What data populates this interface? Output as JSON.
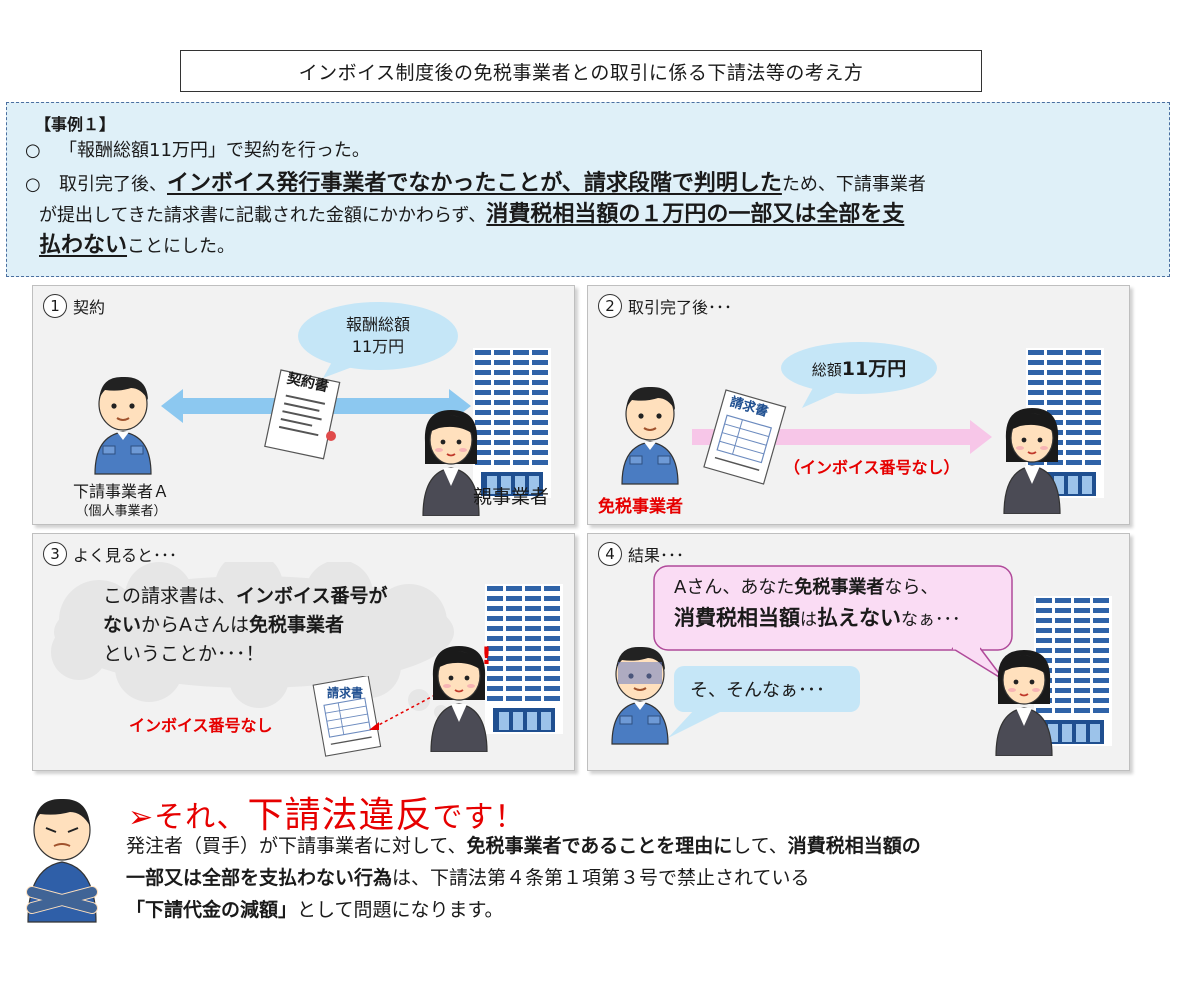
{
  "title": "インボイス制度後の免税事業者との取引に係る下請法等の考え方",
  "case": {
    "heading": "【事例１】",
    "bullet": "○",
    "line1": "「報酬総額11万円」で契約を行った。",
    "line2_a": "取引完了後、",
    "line2_b": "インボイス発行事業者でなかったことが、請求段階で判明した",
    "line2_c": "ため、下請事業者",
    "line3_a": "が提出してきた請求書に記載された金額にかかわらず、",
    "line3_b": "消費税相当額の１万円の一部又は全部を支",
    "line4_a": "払わない",
    "line4_b": "ことにした。"
  },
  "panels": [
    {
      "num": "1",
      "title": "契約",
      "bubble_line1": "報酬総額",
      "bubble_line2": "11万円",
      "doc_label": "契約書",
      "left_person_line1": "下請事業者Ａ",
      "left_person_line2": "（個人事業者）",
      "right_person": "親事業者"
    },
    {
      "num": "2",
      "title": "取引完了後･･･",
      "bubble_a": "総額",
      "bubble_b": "11万円",
      "doc_label": "請求書",
      "note": "（インボイス番号なし）",
      "left_person": "免税事業者"
    },
    {
      "num": "3",
      "title": "よく見ると･･･",
      "thought_1a": "この請求書は、",
      "thought_1b": "インボイス番号が",
      "thought_2a": "ない",
      "thought_2b": "からAさんは",
      "thought_2c": "免税事業者",
      "thought_3": "ということか･･･！",
      "doc_label": "請求書",
      "note": "インボイス番号なし",
      "exclaim": "!"
    },
    {
      "num": "4",
      "title": "結果･･･",
      "speech_1a": "Aさん、あなた",
      "speech_1b": "免税事業者",
      "speech_1c": "なら、",
      "speech_2a": "消費税相当額",
      "speech_2b": "は",
      "speech_2c": "払えない",
      "speech_2d": "なぁ･･･",
      "reply": "そ、そんなぁ･･･"
    }
  ],
  "verdict": {
    "arrow": "➢",
    "a": "それ、",
    "b": "下請法違反",
    "c": "です！"
  },
  "explain": {
    "p1": "発注者（買手）が下請事業者に対して、",
    "b1": "免税事業者であることを理由に",
    "p2": "して、",
    "b2": "消費税相当額の",
    "b3": "一部又は全部を支払わない行為",
    "p3": "は、下請法第４条第１項第３号で禁止されている",
    "b4": "「下請代金の減額」",
    "p4": "として問題になります。"
  },
  "colors": {
    "accent_red": "#e60000",
    "case_bg": "#dff0f8",
    "arrow_blue": "#8cc8f0",
    "arrow_pink": "#f7c6e8",
    "bubble_blue": "#c5e6f7",
    "bubble_pink": "#fadcf4"
  }
}
